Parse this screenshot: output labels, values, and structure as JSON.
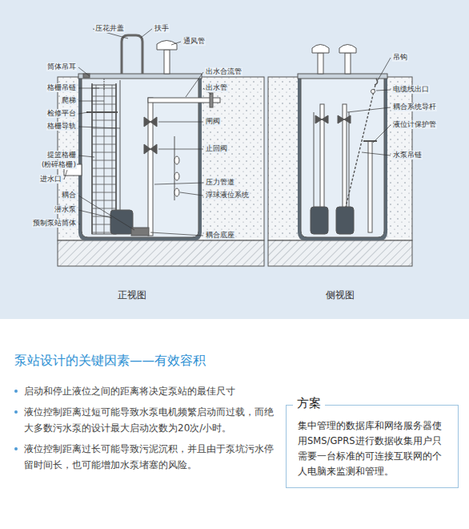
{
  "diagram": {
    "title": "泵站设计的关键因素——有效容积",
    "nodes": [
      {
        "text": [
          "方案",
          "集中管理的数据库和网络服务器使用SMS/GPRS进行数据收集用户只需要一台标准的可连接互联网的个人电脑来监测和管理。"
        ]
      }
    ],
    "labels": [
      "筒体吊耳",
      "格栅吊链",
      "爬梯",
      "检修平台",
      "格栅导轨",
      "提篮格栅",
      "(粉碎格栅)",
      "进水口",
      "耦合",
      "潜水泵",
      "预制泵站筒体",
      "压花井盖",
      "扶手",
      "通风管",
      "出水合流管",
      "出水管",
      "闸阀",
      "止回阀",
      "压力管道",
      "浮球液位系统",
      "耦合底座",
      "吊钩",
      "电缆线出口",
      "耦合系统导杆",
      "液位计保护管",
      "水泵吊链",
      "正视图",
      "侧视图",
      "启动和停止液位之间的距离将决定泵站的最佳尺寸",
      "液位控制距离过短可能导致水泵电机频繁启动而过载，而绝大多数污水泵的设计最大启动次数为20次/小时。",
      "液位控制距离过长可能导致污泥沉积，并且由于泵坑污水停留时间长，也可能增加水泵堵塞的风险。"
    ]
  }
}
